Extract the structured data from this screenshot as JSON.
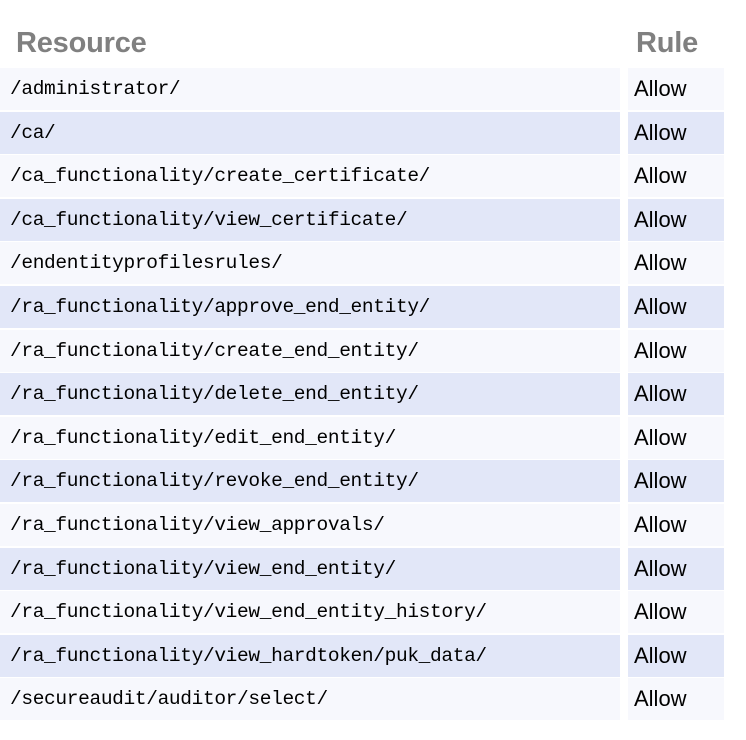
{
  "table": {
    "columns": [
      {
        "key": "resource",
        "label": "Resource"
      },
      {
        "key": "rule",
        "label": "Rule"
      }
    ],
    "colors": {
      "page_background": "#ffffff",
      "header_text": "#808080",
      "row_odd_background": "#f7f8fd",
      "row_even_background": "#e2e7f8",
      "cell_text": "#000000"
    },
    "row_count": 15,
    "rows": [
      {
        "resource": "/administrator/",
        "rule": "Allow"
      },
      {
        "resource": "/ca/",
        "rule": "Allow"
      },
      {
        "resource": "/ca_functionality/create_certificate/",
        "rule": "Allow"
      },
      {
        "resource": "/ca_functionality/view_certificate/",
        "rule": "Allow"
      },
      {
        "resource": "/endentityprofilesrules/",
        "rule": "Allow"
      },
      {
        "resource": "/ra_functionality/approve_end_entity/",
        "rule": "Allow"
      },
      {
        "resource": "/ra_functionality/create_end_entity/",
        "rule": "Allow"
      },
      {
        "resource": "/ra_functionality/delete_end_entity/",
        "rule": "Allow"
      },
      {
        "resource": "/ra_functionality/edit_end_entity/",
        "rule": "Allow"
      },
      {
        "resource": "/ra_functionality/revoke_end_entity/",
        "rule": "Allow"
      },
      {
        "resource": "/ra_functionality/view_approvals/",
        "rule": "Allow"
      },
      {
        "resource": "/ra_functionality/view_end_entity/",
        "rule": "Allow"
      },
      {
        "resource": "/ra_functionality/view_end_entity_history/",
        "rule": "Allow"
      },
      {
        "resource": "/ra_functionality/view_hardtoken/puk_data/",
        "rule": "Allow"
      },
      {
        "resource": "/secureaudit/auditor/select/",
        "rule": "Allow"
      }
    ]
  }
}
